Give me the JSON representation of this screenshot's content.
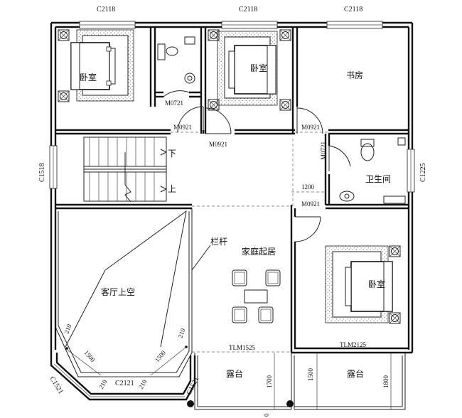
{
  "rooms": {
    "bedroom_nw": "卧室",
    "bedroom_n": "卧室",
    "study": "书房",
    "bathroom": "卫生间",
    "bedroom_se": "卧室",
    "living_void": "客厅上空",
    "family_room": "家庭起居",
    "terrace_left": "露台",
    "terrace_right": "露台"
  },
  "stairs": {
    "down": "下",
    "up": "上"
  },
  "railing": "栏杆",
  "windows": {
    "top_left": "C2118",
    "top_mid": "C2118",
    "top_right": "C2118",
    "left_side": "C1518",
    "right_side": "C1225",
    "bay_diag": "C1521",
    "bay_bottom": "C2121",
    "bay_right": "C1521"
  },
  "doors": {
    "toilet_door": "M0721",
    "bed1_door": "M0921",
    "bed2_door": "M0921",
    "study_door": "M0921",
    "bath_door": "M0721",
    "bed3_door": "M0921",
    "family_door": "TLM1525",
    "bed3_balcony_door": "TLM2125"
  },
  "dimensions": {
    "d1200": "1200",
    "d1700": "1700",
    "d1500_right": "1500",
    "d1800": "1800",
    "bay_210_a": "210",
    "bay_1500_a": "1500",
    "bay_1500_b": "1500",
    "bay_210_b": "210",
    "bay_210_c": "210",
    "bay_210_d": "210",
    "bottom_0": "0"
  }
}
